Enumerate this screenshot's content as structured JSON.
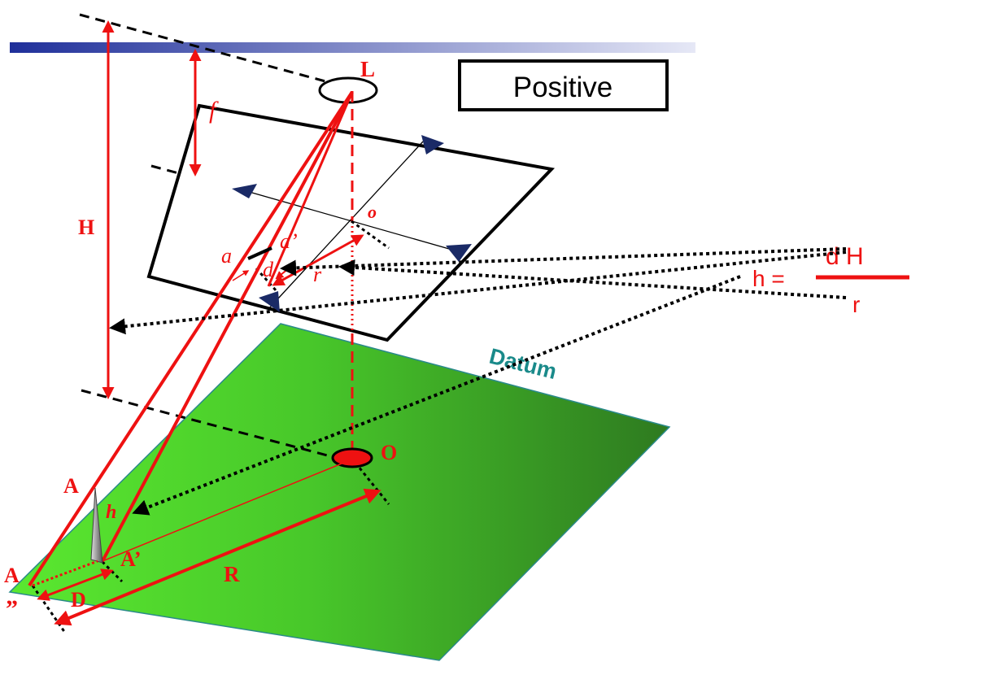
{
  "box_label": "Positive",
  "labels": {
    "L": "L",
    "f": "f",
    "H": "H",
    "o": "o",
    "a": "a",
    "a_prime": "a’",
    "d": "d",
    "r": "r",
    "O": "O",
    "A": "A",
    "h": "h",
    "A_prime": "A’",
    "A_dbl": "A",
    "dbl_mark": "”",
    "R": "R",
    "D": "D",
    "datum": "Datum"
  },
  "formula": {
    "lhs": "h =",
    "numerator": "d H",
    "denominator": "r"
  },
  "colors": {
    "red": "#ee1111",
    "datum_green_light": "#5ae830",
    "datum_green_dark": "#2e7a20",
    "datum_label": "#1a8a8a",
    "fiducial": "#1a2a66",
    "banner_dark": "#1f2f9a"
  }
}
